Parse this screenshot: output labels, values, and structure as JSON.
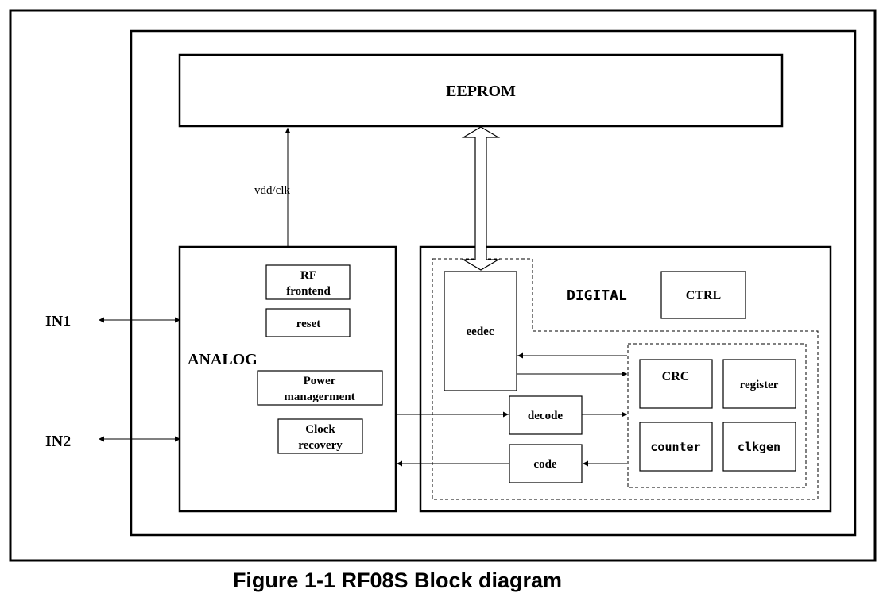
{
  "caption": "Figure 1-1 RF08S Block diagram",
  "blocks": {
    "eeprom": "EEPROM",
    "analog": "ANALOG",
    "digital": "DIGITAL",
    "rf_frontend_line1": "RF",
    "rf_frontend_line2": "frontend",
    "reset": "reset",
    "power_line1": "Power",
    "power_line2": "managerment",
    "clock_line1": "Clock",
    "clock_line2": "recovery",
    "eedec": "eedec",
    "ctrl": "CTRL",
    "crc": "CRC",
    "register": "register",
    "counter": "counter",
    "clkgen": "clkgen",
    "decode": "decode",
    "code": "code"
  },
  "ports": {
    "in1": "IN1",
    "in2": "IN2"
  },
  "signals": {
    "vdd_clk": "vdd/clk"
  }
}
